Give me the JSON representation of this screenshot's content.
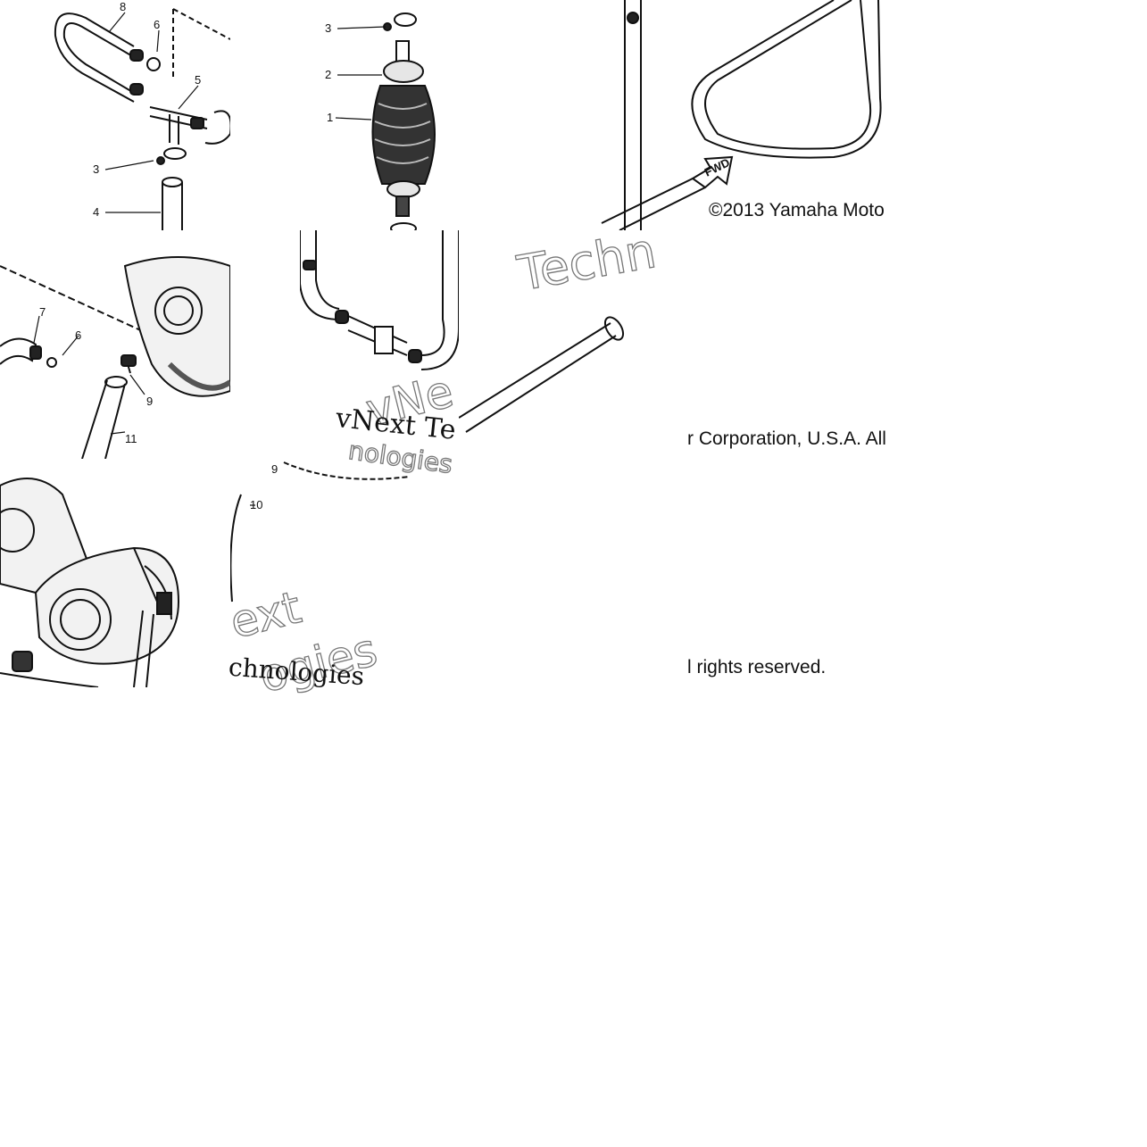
{
  "diagram": {
    "copyright": {
      "line1": "©2013 Yamaha Moto",
      "line2": "r Corporation, U.S.A. All",
      "line3": "l rights reserved."
    },
    "watermark": {
      "a": "Techn",
      "b": "vNe",
      "c": "vNext Te",
      "d": "nologies",
      "e": "ext",
      "f": "ogies",
      "g": "chnologies"
    },
    "fwd_label": "FWD",
    "callouts": {
      "c8": "8",
      "c6a": "6",
      "c5": "5",
      "c3a": "3",
      "c4": "4",
      "c3b": "3",
      "c2": "2",
      "c1": "1",
      "c7": "7",
      "c6b": "6",
      "c9a": "9",
      "c11": "11",
      "c9b": "9",
      "c10": "10"
    }
  }
}
